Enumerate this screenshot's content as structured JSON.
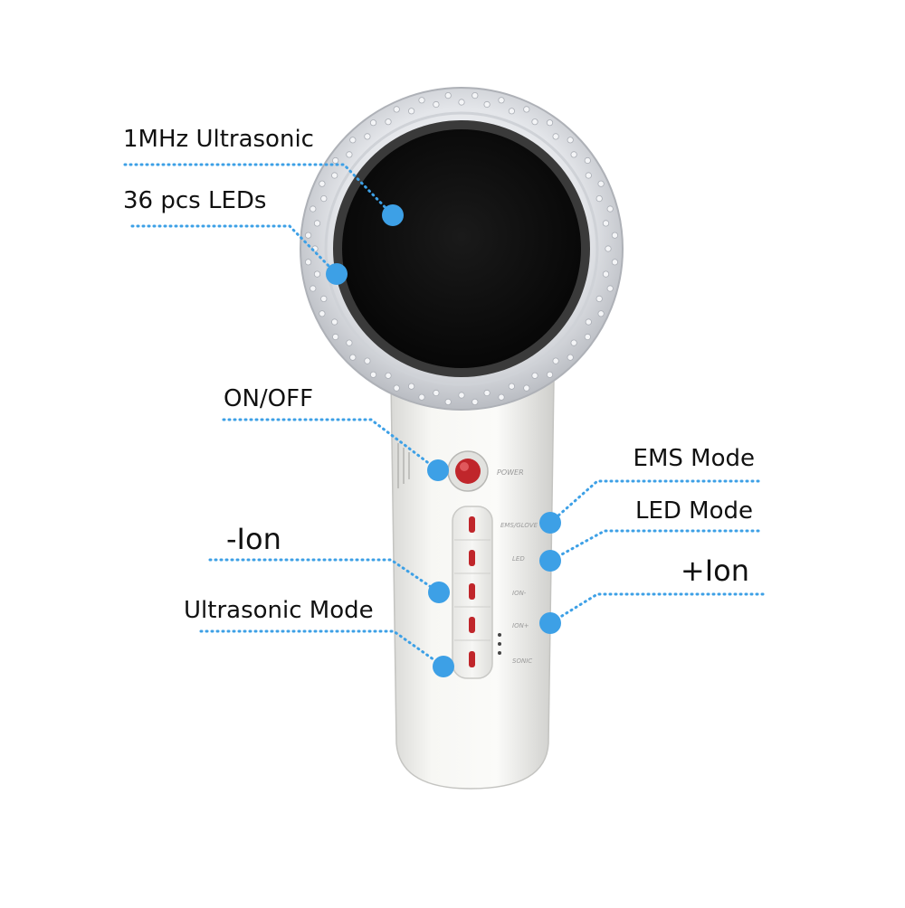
{
  "labels": {
    "ultrasonic_1mhz": "1MHz Ultrasonic",
    "leds_36": "36 pcs LEDs",
    "on_off": "ON/OFF",
    "minus_ion": "-Ion",
    "ultrasonic_mode": "Ultrasonic Mode",
    "ems_mode": "EMS Mode",
    "led_mode": "LED Mode",
    "plus_ion": "+Ion"
  },
  "device_markings": {
    "power": "POWER",
    "ems_glove": "EMS/GLOVE",
    "led": "LED",
    "ion_minus": "ION-",
    "ion_plus": "ION+",
    "sonic": "SONIC"
  },
  "colors": {
    "callout_dot": "#3da0e6",
    "callout_line": "#3da0e6",
    "button_red": "#c0262b",
    "text": "#111111"
  }
}
